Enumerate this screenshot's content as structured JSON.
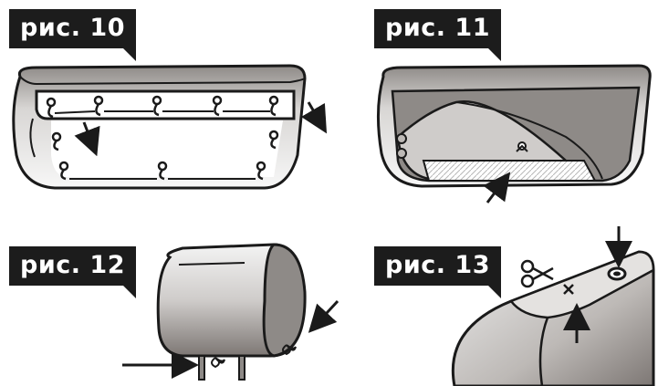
{
  "figures": [
    {
      "label": "рис. 10"
    },
    {
      "label": "рис. 11"
    },
    {
      "label": "рис. 12"
    },
    {
      "label": "рис. 13"
    }
  ],
  "colors": {
    "badge": "#1c1c1c",
    "outline": "#1a1a1a",
    "fill_light": "#f2f2f2",
    "fill_mid": "#c8c6c4",
    "fill_dark": "#8e8a87"
  }
}
